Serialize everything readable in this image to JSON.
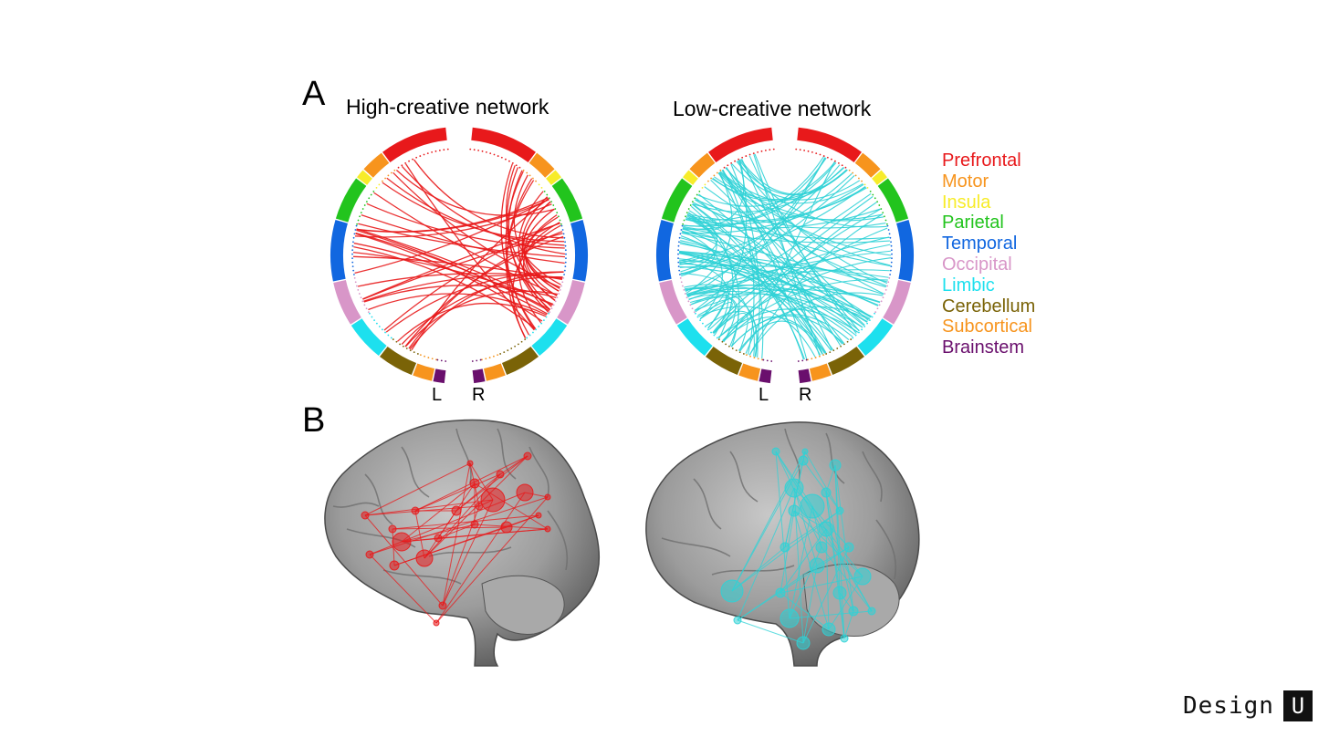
{
  "panel_a_label": "A",
  "panel_b_label": "B",
  "high_network": {
    "title": "High-creative network",
    "left_label": "L",
    "right_label": "R",
    "edge_color": "#e8191b"
  },
  "low_network": {
    "title": "Low-creative network",
    "left_label": "L",
    "right_label": "R",
    "edge_color": "#2fd2d6"
  },
  "legend": [
    {
      "label": "Prefrontal",
      "color": "#e8191b"
    },
    {
      "label": "Motor",
      "color": "#f7941d"
    },
    {
      "label": "Insula",
      "color": "#f7ec2a"
    },
    {
      "label": "Parietal",
      "color": "#22c41d"
    },
    {
      "label": "Temporal",
      "color": "#1167e0"
    },
    {
      "label": "Occipital",
      "color": "#d896c8"
    },
    {
      "label": "Limbic",
      "color": "#1de0ee"
    },
    {
      "label": "Cerebellum",
      "color": "#7a6307"
    },
    {
      "label": "Subcortical",
      "color": "#f7941d"
    },
    {
      "label": "Brainstem",
      "color": "#6a0f6d"
    }
  ],
  "brand": {
    "text": "Design",
    "box": "U"
  }
}
